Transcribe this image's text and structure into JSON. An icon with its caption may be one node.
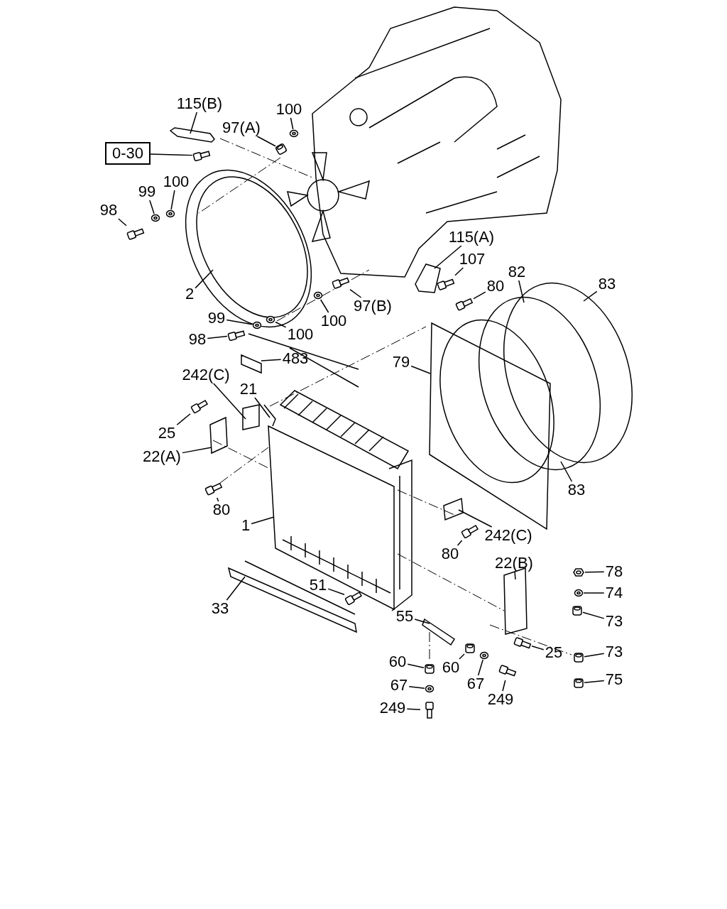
{
  "diagram": {
    "nodes": [
      {
        "text": [
          "115(B)"
        ]
      },
      {
        "text": [
          "0-30"
        ]
      },
      {
        "text": [
          "97(A)"
        ]
      },
      {
        "text": [
          "100"
        ]
      },
      {
        "text": [
          "100"
        ]
      },
      {
        "text": [
          "99"
        ]
      },
      {
        "text": [
          "98"
        ]
      },
      {
        "text": [
          "2"
        ]
      },
      {
        "text": [
          "99"
        ]
      },
      {
        "text": [
          "100"
        ]
      },
      {
        "text": [
          "98"
        ]
      },
      {
        "text": [
          "100"
        ]
      },
      {
        "text": [
          "97(B)"
        ]
      },
      {
        "text": [
          "115(A)"
        ]
      },
      {
        "text": [
          "107"
        ]
      },
      {
        "text": [
          "82"
        ]
      },
      {
        "text": [
          "80"
        ]
      },
      {
        "text": [
          "83"
        ]
      },
      {
        "text": [
          "483"
        ]
      },
      {
        "text": [
          "242(C)"
        ]
      },
      {
        "text": [
          "21"
        ]
      },
      {
        "text": [
          "25"
        ]
      },
      {
        "text": [
          "22(A)"
        ]
      },
      {
        "text": [
          "79"
        ]
      },
      {
        "text": [
          "80"
        ]
      },
      {
        "text": [
          "1"
        ]
      },
      {
        "text": [
          "242(C)"
        ]
      },
      {
        "text": [
          "80"
        ]
      },
      {
        "text": [
          "83"
        ]
      },
      {
        "text": [
          "22(B)"
        ]
      },
      {
        "text": [
          "78"
        ]
      },
      {
        "text": [
          "74"
        ]
      },
      {
        "text": [
          "73"
        ]
      },
      {
        "text": [
          "51"
        ]
      },
      {
        "text": [
          "33"
        ]
      },
      {
        "text": [
          "55"
        ]
      },
      {
        "text": [
          "25"
        ]
      },
      {
        "text": [
          "73"
        ]
      },
      {
        "text": [
          "60"
        ]
      },
      {
        "text": [
          "60"
        ]
      },
      {
        "text": [
          "67"
        ]
      },
      {
        "text": [
          "67"
        ]
      },
      {
        "text": [
          "75"
        ]
      },
      {
        "text": [
          "249"
        ]
      },
      {
        "text": [
          "249"
        ]
      },
      {
        "text": [],
        "shape": "bolt"
      },
      {
        "text": [],
        "shape": "cylinder"
      },
      {
        "text": [],
        "shape": "washer"
      },
      {
        "text": [],
        "shape": "washer"
      },
      {
        "text": [],
        "shape": "washer"
      },
      {
        "text": [],
        "shape": "bolt"
      },
      {
        "text": [],
        "shape": "washer"
      },
      {
        "text": [],
        "shape": "washer"
      },
      {
        "text": [],
        "shape": "bolt"
      },
      {
        "text": [],
        "shape": "washer"
      },
      {
        "text": [],
        "shape": "bolt"
      },
      {
        "text": [],
        "shape": "bolt"
      },
      {
        "text": [],
        "shape": "bolt"
      },
      {
        "text": [],
        "shape": "bolt"
      },
      {
        "text": [],
        "shape": "bolt"
      },
      {
        "text": [],
        "shape": "bolt"
      },
      {
        "text": [],
        "shape": "nut"
      },
      {
        "text": [],
        "shape": "washer"
      },
      {
        "text": [],
        "shape": "cylinder"
      },
      {
        "text": [],
        "shape": "bolt"
      },
      {
        "text": [],
        "shape": "bolt"
      },
      {
        "text": [],
        "shape": "cylinder"
      },
      {
        "text": [],
        "shape": "cylinder"
      },
      {
        "text": [],
        "shape": "cylinder"
      },
      {
        "text": [],
        "shape": "washer"
      },
      {
        "text": [],
        "shape": "washer"
      },
      {
        "text": [],
        "shape": "cylinder"
      },
      {
        "text": [],
        "shape": "bolt"
      },
      {
        "text": [],
        "shape": "bolt"
      }
    ],
    "edges": [
      {
        "from": 0,
        "to": null,
        "arrow": "none"
      },
      {
        "from": 1,
        "to": 45,
        "arrow": "none"
      },
      {
        "from": 2,
        "to": 46,
        "arrow": "none"
      },
      {
        "from": 3,
        "to": 47,
        "arrow": "none"
      },
      {
        "from": 4,
        "to": 48,
        "arrow": "none"
      },
      {
        "from": 5,
        "to": 49,
        "arrow": "none"
      },
      {
        "from": 6,
        "to": 50,
        "arrow": "none"
      },
      {
        "from": 7,
        "to": null,
        "arrow": "none"
      },
      {
        "from": 8,
        "to": 51,
        "arrow": "none"
      },
      {
        "from": 9,
        "to": 52,
        "arrow": "none"
      },
      {
        "from": 10,
        "to": 53,
        "arrow": "none"
      },
      {
        "from": 11,
        "to": 54,
        "arrow": "none"
      },
      {
        "from": 12,
        "to": 55,
        "arrow": "none"
      },
      {
        "from": 13,
        "to": null,
        "arrow": "none"
      },
      {
        "from": 14,
        "to": 56,
        "arrow": "none"
      },
      {
        "from": 15,
        "to": null,
        "arrow": "none"
      },
      {
        "from": 16,
        "to": 57,
        "arrow": "none"
      },
      {
        "from": 17,
        "to": null,
        "arrow": "none"
      },
      {
        "from": 18,
        "to": null,
        "arrow": "none"
      },
      {
        "from": 19,
        "to": null,
        "arrow": "none"
      },
      {
        "from": 20,
        "to": null,
        "arrow": "none"
      },
      {
        "from": 21,
        "to": 58,
        "arrow": "none"
      },
      {
        "from": 22,
        "to": null,
        "arrow": "none"
      },
      {
        "from": 23,
        "to": null,
        "arrow": "none"
      },
      {
        "from": 24,
        "to": 59,
        "arrow": "none"
      },
      {
        "from": 25,
        "to": null,
        "arrow": "none"
      },
      {
        "from": 26,
        "to": null,
        "arrow": "none"
      },
      {
        "from": 27,
        "to": 60,
        "arrow": "none"
      },
      {
        "from": 28,
        "to": null,
        "arrow": "none"
      },
      {
        "from": 29,
        "to": null,
        "arrow": "none"
      },
      {
        "from": 30,
        "to": 61,
        "arrow": "none"
      },
      {
        "from": 31,
        "to": 62,
        "arrow": "none"
      },
      {
        "from": 32,
        "to": 63,
        "arrow": "none"
      },
      {
        "from": 33,
        "to": 64,
        "arrow": "none"
      },
      {
        "from": 34,
        "to": null,
        "arrow": "none"
      },
      {
        "from": 35,
        "to": null,
        "arrow": "none"
      },
      {
        "from": 36,
        "to": 65,
        "arrow": "none"
      },
      {
        "from": 37,
        "to": 66,
        "arrow": "none"
      },
      {
        "from": 38,
        "to": 67,
        "arrow": "none"
      },
      {
        "from": 39,
        "to": 68,
        "arrow": "none"
      },
      {
        "from": 40,
        "to": 69,
        "arrow": "none"
      },
      {
        "from": 41,
        "to": 70,
        "arrow": "none"
      },
      {
        "from": 42,
        "to": 71,
        "arrow": "none"
      },
      {
        "from": 43,
        "to": 72,
        "arrow": "none"
      },
      {
        "from": 44,
        "to": 73,
        "arrow": "none"
      }
    ]
  }
}
